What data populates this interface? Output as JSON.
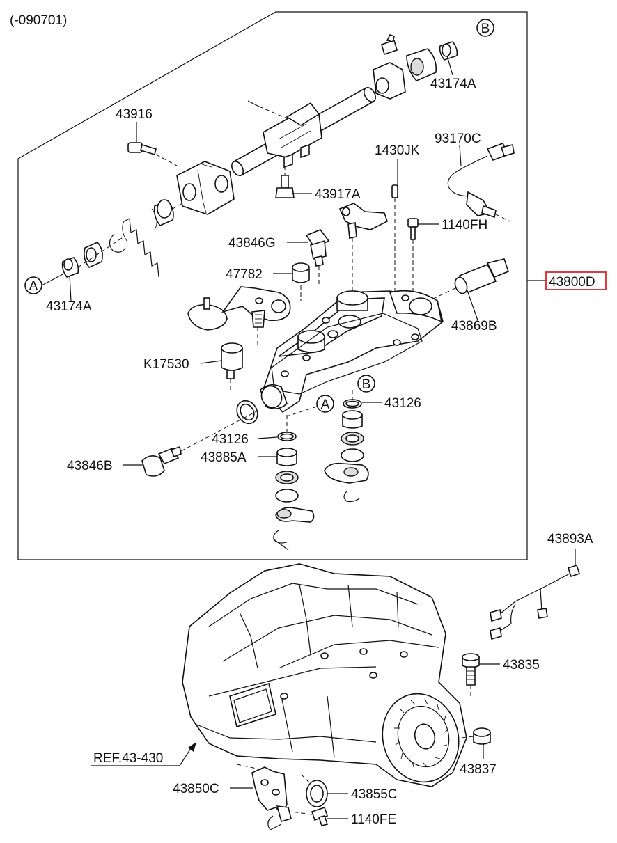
{
  "diagram": {
    "header_code": "(-090701)",
    "callouts": {
      "c43916": "43916",
      "c43174A_top": "43174A",
      "c43174A_left": "43174A",
      "c93170C": "93170C",
      "c1430JK": "1430JK",
      "c43917A": "43917A",
      "c1140FH": "1140FH",
      "c43846G": "43846G",
      "c47782": "47782",
      "c43800D": "43800D",
      "c43869B": "43869B",
      "cK17530": "K17530",
      "c43126_right": "43126",
      "c43126_left": "43126",
      "c43885A": "43885A",
      "c43846B": "43846B",
      "c43893A": "43893A",
      "c43835": "43835",
      "c43837": "43837",
      "cREF": "REF.43-430",
      "c43850C": "43850C",
      "c43855C": "43855C",
      "c1140FE": "1140FE"
    },
    "markers": {
      "marker_b_top": "B",
      "marker_a_left": "A",
      "marker_b_mid": "B",
      "marker_a_mid": "A"
    },
    "highlight_color": "#d9262c"
  }
}
